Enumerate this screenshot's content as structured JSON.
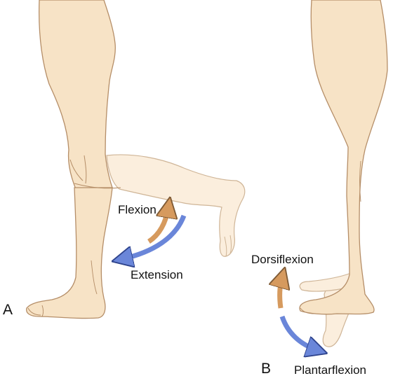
{
  "labels": {
    "panel_a": "A",
    "panel_b": "B",
    "flexion": "Flexion",
    "extension": "Extension",
    "dorsiflexion": "Dorsiflexion",
    "plantarflexion": "Plantarflexion"
  },
  "colors": {
    "skin": "#f7e3c6",
    "skin_faded": "#fbeedd",
    "outline": "#b58e68",
    "outline_faded": "#cfb597",
    "orange_arrow": "#d69a5e",
    "blue_arrow": "#6a86d9",
    "text": "#111111"
  }
}
